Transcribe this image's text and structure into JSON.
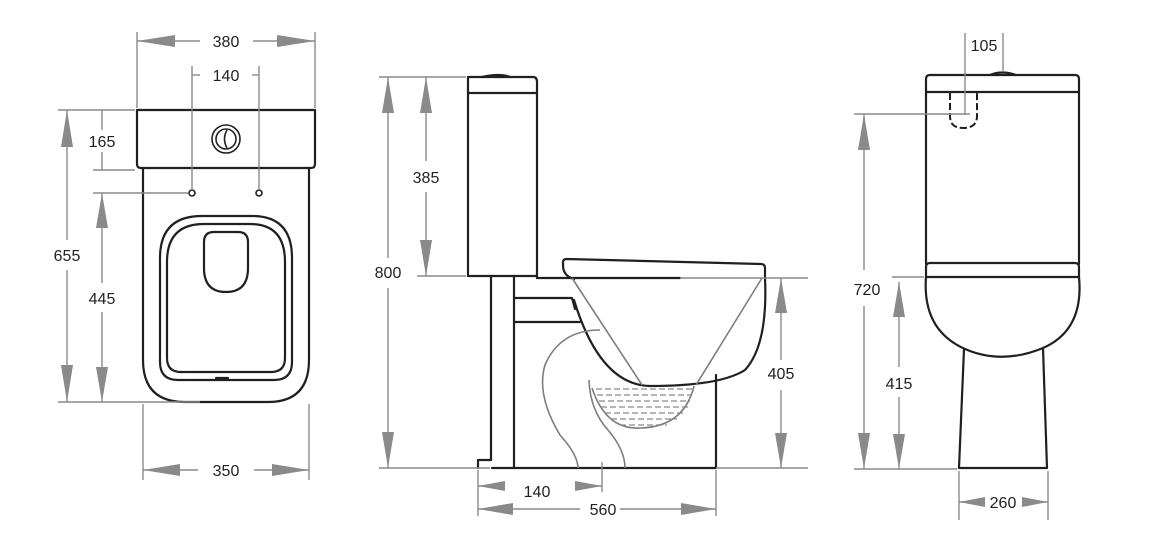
{
  "drawing": {
    "type": "technical-dimension-drawing",
    "subject": "close-coupled toilet",
    "units_implied": "mm",
    "views": {
      "top": {
        "dimensions": {
          "overall_width_cistern": "380",
          "fixing_hole_spacing": "140",
          "cistern_depth": "165",
          "overall_depth": "655",
          "fixing_to_front": "445",
          "pan_width": "350"
        }
      },
      "side": {
        "dimensions": {
          "overall_height": "800",
          "cistern_height": "385",
          "pan_rim_height": "405",
          "outlet_from_wall": "140",
          "overall_projection": "560"
        }
      },
      "front": {
        "dimensions": {
          "inlet_offset": "105",
          "inlet_height": "720",
          "pan_height": "415",
          "base_width": "260"
        }
      }
    },
    "colors": {
      "outline": "#231f20",
      "dimension": "#8a8a8a"
    }
  }
}
